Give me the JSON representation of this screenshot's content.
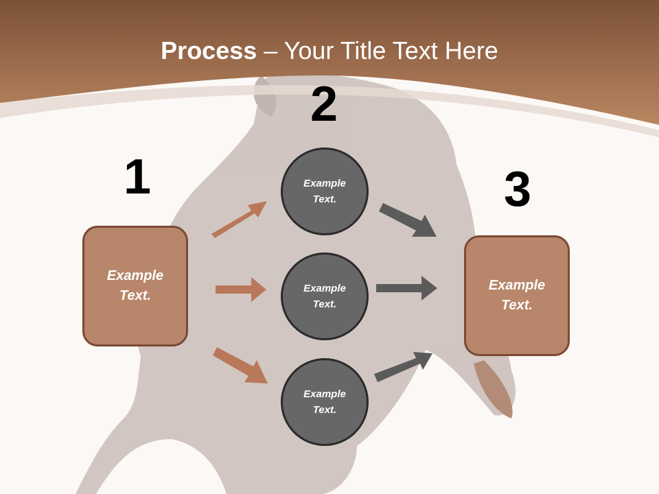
{
  "slide": {
    "title_bold": "Process",
    "title_rest": " – Your Title Text Here",
    "steps": [
      "1",
      "2",
      "3"
    ],
    "input_box": "Example\nText.",
    "circles": [
      "Example\nText.",
      "Example\nText.",
      "Example\nText."
    ],
    "output_box": "Example\nText."
  },
  "colors": {
    "header_brown": "#a66f4d",
    "box_fill": "#b8866a",
    "circle_fill": "#676767",
    "arrow_orange": "#b9785a",
    "arrow_gray": "#5b5b5b"
  }
}
